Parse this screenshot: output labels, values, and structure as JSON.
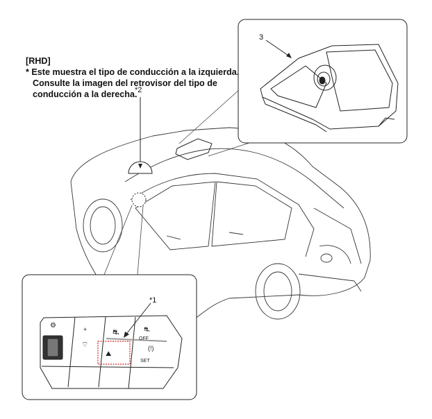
{
  "note": {
    "tag": "[RHD]",
    "line1": "* Este muestra el tipo de conducción a la izquierda.",
    "line2": "Consulte la imagen del retrovisor del tipo de",
    "line3": "conducción a la derecha."
  },
  "callouts": {
    "camera": "3",
    "mirror": "*2",
    "switch": "*1"
  },
  "switch_panel": {
    "off_label": "OFF",
    "set_label": "SET"
  },
  "colors": {
    "line": "#222222",
    "highlight": "#d42020"
  }
}
